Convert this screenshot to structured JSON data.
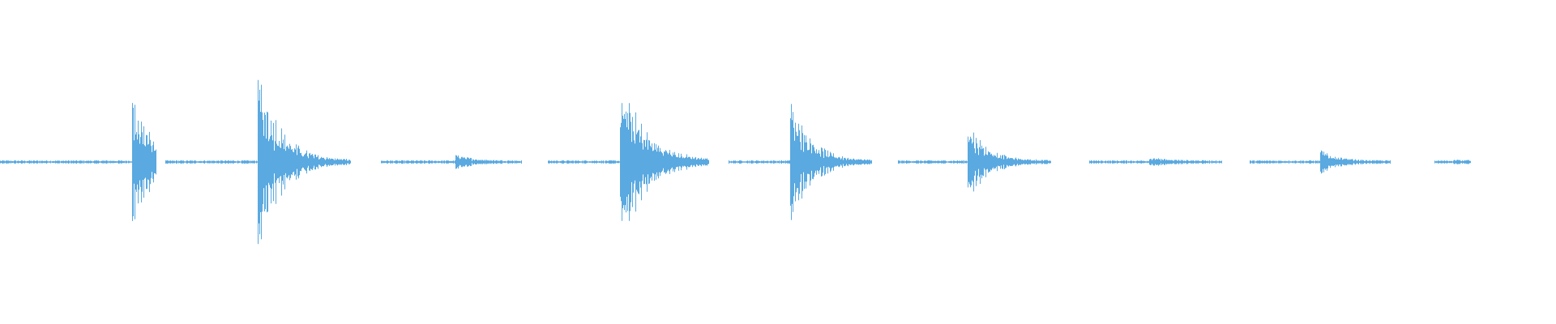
{
  "waveform": {
    "color": "#5aa9e0",
    "segments": [
      {
        "start": 0.0,
        "end": 0.1,
        "peak_at": 0.086,
        "peak": 0.58,
        "decay": 0.012,
        "burst_gain": 0.22
      },
      {
        "start": 0.106,
        "end": 0.225,
        "peak_at": 0.167,
        "peak": 0.78,
        "decay": 0.014,
        "burst_gain": 0.28
      },
      {
        "start": 0.245,
        "end": 0.335,
        "peak_at": 0.294,
        "peak": 0.06,
        "decay": 0.01,
        "burst_gain": 0.1
      },
      {
        "start": 0.352,
        "end": 0.455,
        "peak_at": 0.4,
        "peak": 0.7,
        "decay": 0.016,
        "burst_gain": 0.25
      },
      {
        "start": 0.468,
        "end": 0.56,
        "peak_at": 0.509,
        "peak": 0.6,
        "decay": 0.012,
        "burst_gain": 0.22
      },
      {
        "start": 0.577,
        "end": 0.675,
        "peak_at": 0.623,
        "peak": 0.34,
        "decay": 0.012,
        "burst_gain": 0.15
      },
      {
        "start": 0.7,
        "end": 0.785,
        "peak_at": 0.74,
        "peak": 0.03,
        "decay": 0.012,
        "burst_gain": 0.06
      },
      {
        "start": 0.803,
        "end": 0.893,
        "peak_at": 0.85,
        "peak": 0.1,
        "decay": 0.01,
        "burst_gain": 0.1
      },
      {
        "start": 0.922,
        "end": 0.945,
        "peak_at": 0.935,
        "peak": 0.01,
        "decay": 0.01,
        "burst_gain": 0.04
      }
    ]
  }
}
